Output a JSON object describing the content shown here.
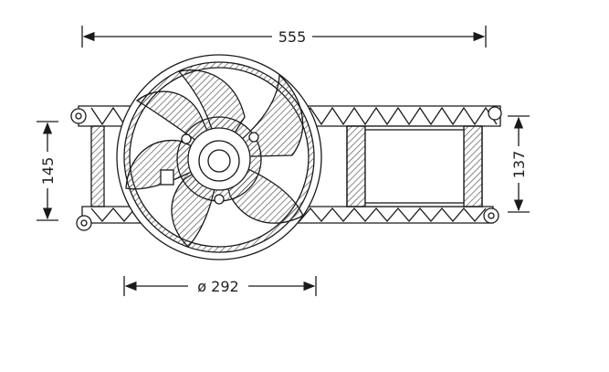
{
  "drawing": {
    "dimensions": {
      "overall_width": "555",
      "left_height": "145",
      "right_height": "137",
      "fan_diameter": "ø 292"
    }
  },
  "colors": {
    "line": "#1a1a1a",
    "hatch": "#555555",
    "background": "#ffffff"
  }
}
